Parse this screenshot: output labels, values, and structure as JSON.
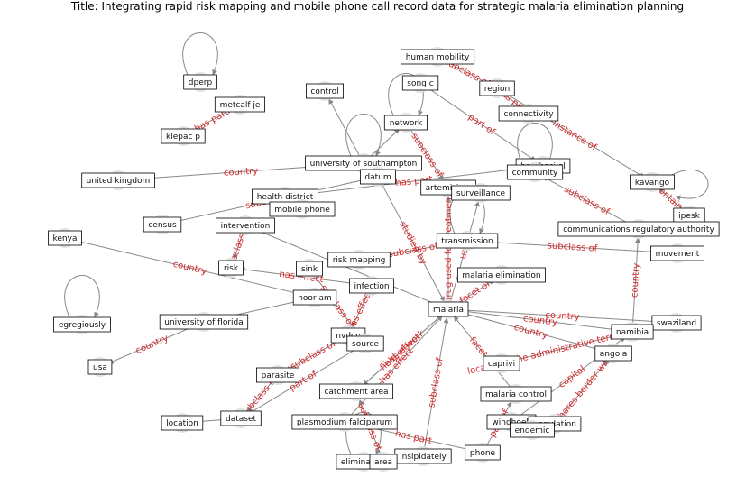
{
  "title": "Title: Integrating rapid risk mapping and mobile phone call record data for strategic malaria elimination planning",
  "colors": {
    "edge": "#888888",
    "edge_label": "#d62728",
    "node_fill": "#e2e2e2",
    "box_border": "#000000"
  },
  "nodes": [
    {
      "id": "dperp",
      "label": "dperp"
    },
    {
      "id": "metcalf",
      "label": "metcalf je"
    },
    {
      "id": "klepac",
      "label": "klepac p"
    },
    {
      "id": "control",
      "label": "control"
    },
    {
      "id": "network",
      "label": "network"
    },
    {
      "id": "human_mobility",
      "label": "human mobility"
    },
    {
      "id": "song",
      "label": "song c"
    },
    {
      "id": "region",
      "label": "region"
    },
    {
      "id": "connectivity",
      "label": "connectivity"
    },
    {
      "id": "barabasi",
      "label": "barabasi al"
    },
    {
      "id": "community",
      "label": "community"
    },
    {
      "id": "uk",
      "label": "united kingdom"
    },
    {
      "id": "southampton",
      "label": "university of southampton"
    },
    {
      "id": "datum",
      "label": "datum"
    },
    {
      "id": "artemisinin",
      "label": "artemisinin"
    },
    {
      "id": "surveillance",
      "label": "surveillance"
    },
    {
      "id": "kavango",
      "label": "kavango"
    },
    {
      "id": "ipesk",
      "label": "ipesk"
    },
    {
      "id": "health_district",
      "label": "health district"
    },
    {
      "id": "mobile_phone",
      "label": "mobile phone"
    },
    {
      "id": "census",
      "label": "census"
    },
    {
      "id": "intervention",
      "label": "intervention"
    },
    {
      "id": "cra",
      "label": "communications regulatory authority"
    },
    {
      "id": "transmission",
      "label": "transmission"
    },
    {
      "id": "movement",
      "label": "movement"
    },
    {
      "id": "kenya",
      "label": "kenya"
    },
    {
      "id": "risk",
      "label": "risk"
    },
    {
      "id": "sink",
      "label": "sink"
    },
    {
      "id": "risk_mapping",
      "label": "risk mapping"
    },
    {
      "id": "malaria_elimination",
      "label": "malaria elimination"
    },
    {
      "id": "infection",
      "label": "infection"
    },
    {
      "id": "noor",
      "label": "noor am"
    },
    {
      "id": "malaria",
      "label": "malaria"
    },
    {
      "id": "egregiously",
      "label": "egregiously"
    },
    {
      "id": "uf",
      "label": "university of florida"
    },
    {
      "id": "swaziland",
      "label": "swaziland"
    },
    {
      "id": "namibia",
      "label": "namibia"
    },
    {
      "id": "nvdcp",
      "label": "nvdcp"
    },
    {
      "id": "source",
      "label": "source"
    },
    {
      "id": "angola",
      "label": "angola"
    },
    {
      "id": "usa",
      "label": "usa"
    },
    {
      "id": "caprivi",
      "label": "caprivi"
    },
    {
      "id": "parasite",
      "label": "parasite"
    },
    {
      "id": "catchment",
      "label": "catchment area"
    },
    {
      "id": "malaria_control",
      "label": "malaria control"
    },
    {
      "id": "location",
      "label": "location"
    },
    {
      "id": "dataset",
      "label": "dataset"
    },
    {
      "id": "pf",
      "label": "plasmodium falciparum"
    },
    {
      "id": "windhoek",
      "label": "windhoek"
    },
    {
      "id": "population",
      "label": "population"
    },
    {
      "id": "endemic",
      "label": "endemic"
    },
    {
      "id": "phone",
      "label": "phone"
    },
    {
      "id": "insipidately",
      "label": "insipidately"
    },
    {
      "id": "elimination",
      "label": "elimination"
    },
    {
      "id": "area",
      "label": "area"
    }
  ],
  "edges": [
    {
      "from": "dperp",
      "to": "dperp",
      "label": ""
    },
    {
      "from": "klepac",
      "to": "metcalf",
      "label": "has part"
    },
    {
      "from": "uk",
      "to": "southampton",
      "label": "country"
    },
    {
      "from": "census",
      "to": "datum",
      "label": "subclass of"
    },
    {
      "from": "southampton",
      "to": "southampton",
      "label": ""
    },
    {
      "from": "southampton",
      "to": "control",
      "label": ""
    },
    {
      "from": "southampton",
      "to": "network",
      "label": ""
    },
    {
      "from": "network",
      "to": "network",
      "label": ""
    },
    {
      "from": "network",
      "to": "artemisinin",
      "label": "subclass of"
    },
    {
      "from": "human_mobility",
      "to": "region",
      "label": "subclass of"
    },
    {
      "from": "song",
      "to": "barabasi",
      "label": "part of"
    },
    {
      "from": "connectivity",
      "to": "region",
      "label": "has part"
    },
    {
      "from": "region",
      "to": "kavango",
      "label": "instance of"
    },
    {
      "from": "community",
      "to": "community",
      "label": ""
    },
    {
      "from": "health_district",
      "to": "barabasi",
      "label": "has part"
    },
    {
      "from": "kavango",
      "to": "kavango",
      "label": ""
    },
    {
      "from": "cra",
      "to": "community",
      "label": "subclass of"
    },
    {
      "from": "ipesk",
      "to": "kavango",
      "label": "contains"
    },
    {
      "from": "transmission",
      "to": "transmission",
      "label": ""
    },
    {
      "from": "transmission",
      "to": "movement",
      "label": "subclass of"
    },
    {
      "from": "datum",
      "to": "malaria",
      "label": "studied by"
    },
    {
      "from": "malaria",
      "to": "surveillance",
      "label": "use"
    },
    {
      "from": "malaria",
      "to": "artemisinin",
      "label": "drug used for treatment"
    },
    {
      "from": "intervention",
      "to": "malaria",
      "label": ""
    },
    {
      "from": "intervention",
      "to": "risk",
      "label": "subclass of"
    },
    {
      "from": "kenya",
      "to": "noor",
      "label": "country"
    },
    {
      "from": "infection",
      "to": "risk",
      "label": "has effect"
    },
    {
      "from": "sink",
      "to": "source",
      "label": "subclass of"
    },
    {
      "from": "risk_mapping",
      "to": "transmission",
      "label": "subclass of"
    },
    {
      "from": "malaria",
      "to": "malaria_elimination",
      "label": "facet of"
    },
    {
      "from": "infection",
      "to": "nvdcp",
      "label": "has effect"
    },
    {
      "from": "noor",
      "to": "uf",
      "label": ""
    },
    {
      "from": "egregiously",
      "to": "egregiously",
      "label": ""
    },
    {
      "from": "uf",
      "to": "usa",
      "label": "country"
    },
    {
      "from": "malaria",
      "to": "swaziland",
      "label": "country"
    },
    {
      "from": "malaria",
      "to": "namibia",
      "label": "country"
    },
    {
      "from": "malaria",
      "to": "angola",
      "label": "country"
    },
    {
      "from": "caprivi",
      "to": "namibia",
      "label": "located in the administrative territorial entity"
    },
    {
      "from": "malaria_control",
      "to": "malaria",
      "label": "facet of"
    },
    {
      "from": "namibia",
      "to": "cra",
      "label": "country"
    },
    {
      "from": "windhoek",
      "to": "namibia",
      "label": "capital"
    },
    {
      "from": "population",
      "to": "angola",
      "label": "shares border with"
    },
    {
      "from": "nvdcp",
      "to": "parasite",
      "label": "subclass of"
    },
    {
      "from": "source",
      "to": "dataset",
      "label": "part of"
    },
    {
      "from": "parasite",
      "to": "dataset",
      "label": "subclass of"
    },
    {
      "from": "location",
      "to": "dataset",
      "label": ""
    },
    {
      "from": "catchment",
      "to": "malaria",
      "label": "field of work"
    },
    {
      "from": "malaria",
      "to": "catchment",
      "label": "has effect"
    },
    {
      "from": "pf",
      "to": "malaria",
      "label": "has effect"
    },
    {
      "from": "pf",
      "to": "phone",
      "label": "has part"
    },
    {
      "from": "phone",
      "to": "malaria_control",
      "label": "part of"
    },
    {
      "from": "insipidately",
      "to": "malaria",
      "label": "subclass of"
    },
    {
      "from": "elimination",
      "to": "elimination",
      "label": ""
    },
    {
      "from": "area",
      "to": "catchment",
      "label": "subclass of"
    }
  ]
}
